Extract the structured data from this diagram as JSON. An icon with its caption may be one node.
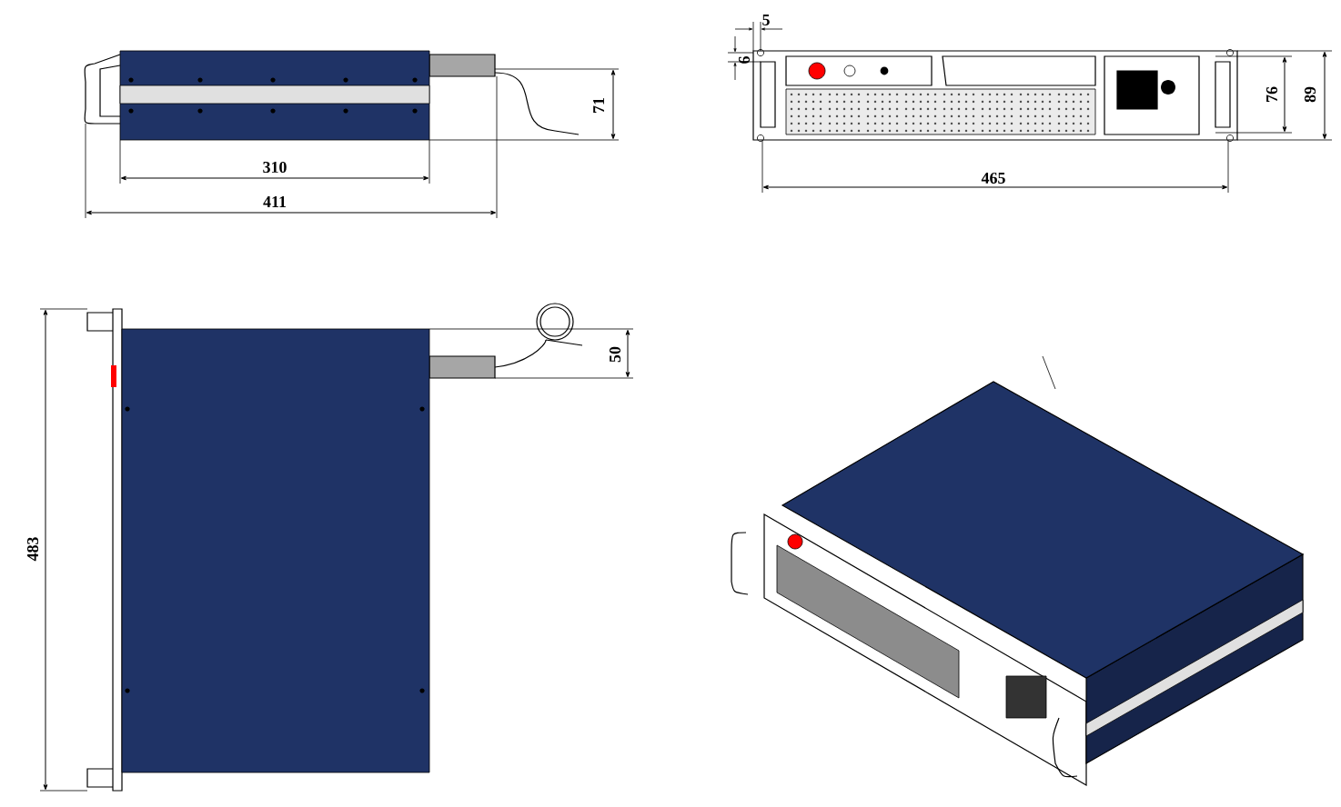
{
  "diagram": {
    "labels": [
      "71",
      "310",
      "411",
      "5",
      "6",
      "76",
      "89",
      "465",
      "50",
      "483"
    ]
  }
}
